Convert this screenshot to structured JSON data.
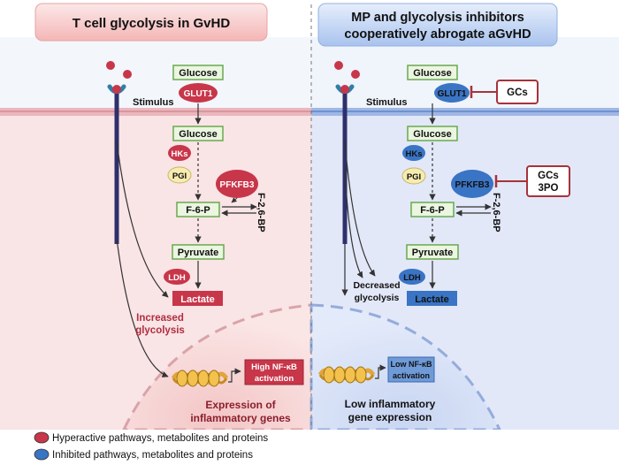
{
  "left_panel": {
    "title": "T cell glycolysis in GvHD",
    "stimulus": "Stimulus",
    "glucose_outer": "Glucose",
    "glut1": "GLUT1",
    "glucose_inner": "Glucose",
    "hks": "HKs",
    "pgi": "PGI",
    "pfkfb3": "PFKFB3",
    "f6p": "F-6-P",
    "f26bp": "F-2,6-BP",
    "pyruvate": "Pyruvate",
    "ldh": "LDH",
    "lactate": "Lactate",
    "glycolysis_line1": "Increased",
    "glycolysis_line2": "glycolysis",
    "nfkb_line1": "High NF-κB",
    "nfkb_line2": "activation",
    "expression_line1": "Expression of",
    "expression_line2": "inflammatory genes"
  },
  "right_panel": {
    "title_line1": "MP and glycolysis inhibitors",
    "title_line2": "cooperatively abrogate aGvHD",
    "stimulus": "Stimulus",
    "glucose_outer": "Glucose",
    "glut1": "GLUT1",
    "inhibitor_glut1": "GCs",
    "glucose_inner": "Glucose",
    "hks": "HKs",
    "pgi": "PGI",
    "pfkfb3": "PFKFB3",
    "inhibitor_pfkfb3_line1": "GCs",
    "inhibitor_pfkfb3_line2": "3PO",
    "f6p": "F-6-P",
    "f26bp": "F-2,6-BP",
    "pyruvate": "Pyruvate",
    "ldh": "LDH",
    "lactate": "Lactate",
    "glycolysis_line1": "Decreased",
    "glycolysis_line2": "glycolysis",
    "nfkb_line1": "Low NF-κB",
    "nfkb_line2": "activation",
    "expression_line1": "Low inflammatory",
    "expression_line2": "gene expression"
  },
  "legend": {
    "red": "Hyperactive pathways, metabolites and proteins",
    "blue": "Inhibited pathways, metabolites and proteins"
  },
  "colors": {
    "red": "#c8364a",
    "blue": "#3a74c4",
    "green": "#6aa84f",
    "inhibitor": "#a8323a"
  }
}
